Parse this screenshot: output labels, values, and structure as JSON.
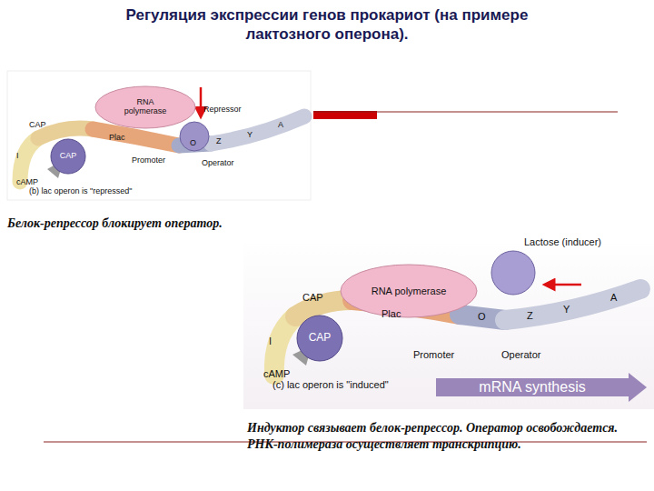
{
  "diagram": {
    "title": "Регуляция экспрессии генов прокариот (на примере лактозного оперона).",
    "nodes": [
      {
        "text": [
          "RNA polymerase"
        ]
      },
      {
        "text": [
          "Repressor"
        ]
      },
      {
        "text": [
          "CAP"
        ]
      },
      {
        "text": [
          "RNA polymerase"
        ]
      },
      {
        "text": [
          "Lactose (inducer)"
        ]
      },
      {
        "text": [
          "CAP"
        ]
      },
      {
        "text": [
          "mRNA synthesis"
        ]
      }
    ],
    "labels": [
      "CAP",
      "I",
      "Plac",
      "O",
      "Z",
      "Y",
      "A",
      "Promoter",
      "Operator",
      "cAMP",
      "(b) lac operon is \"repressed\"",
      "Белок-репрессор блокирует оператор.",
      "CAP",
      "I",
      "Plac",
      "O",
      "Z",
      "Y",
      "A",
      "Promoter",
      "Operator",
      "cAMP",
      "(c) lac operon is \"induced\"",
      "Индуктор связывает белок-репрессор. Оператор освобождается. РНК-полимераза осуществляет транскрипцию."
    ]
  }
}
